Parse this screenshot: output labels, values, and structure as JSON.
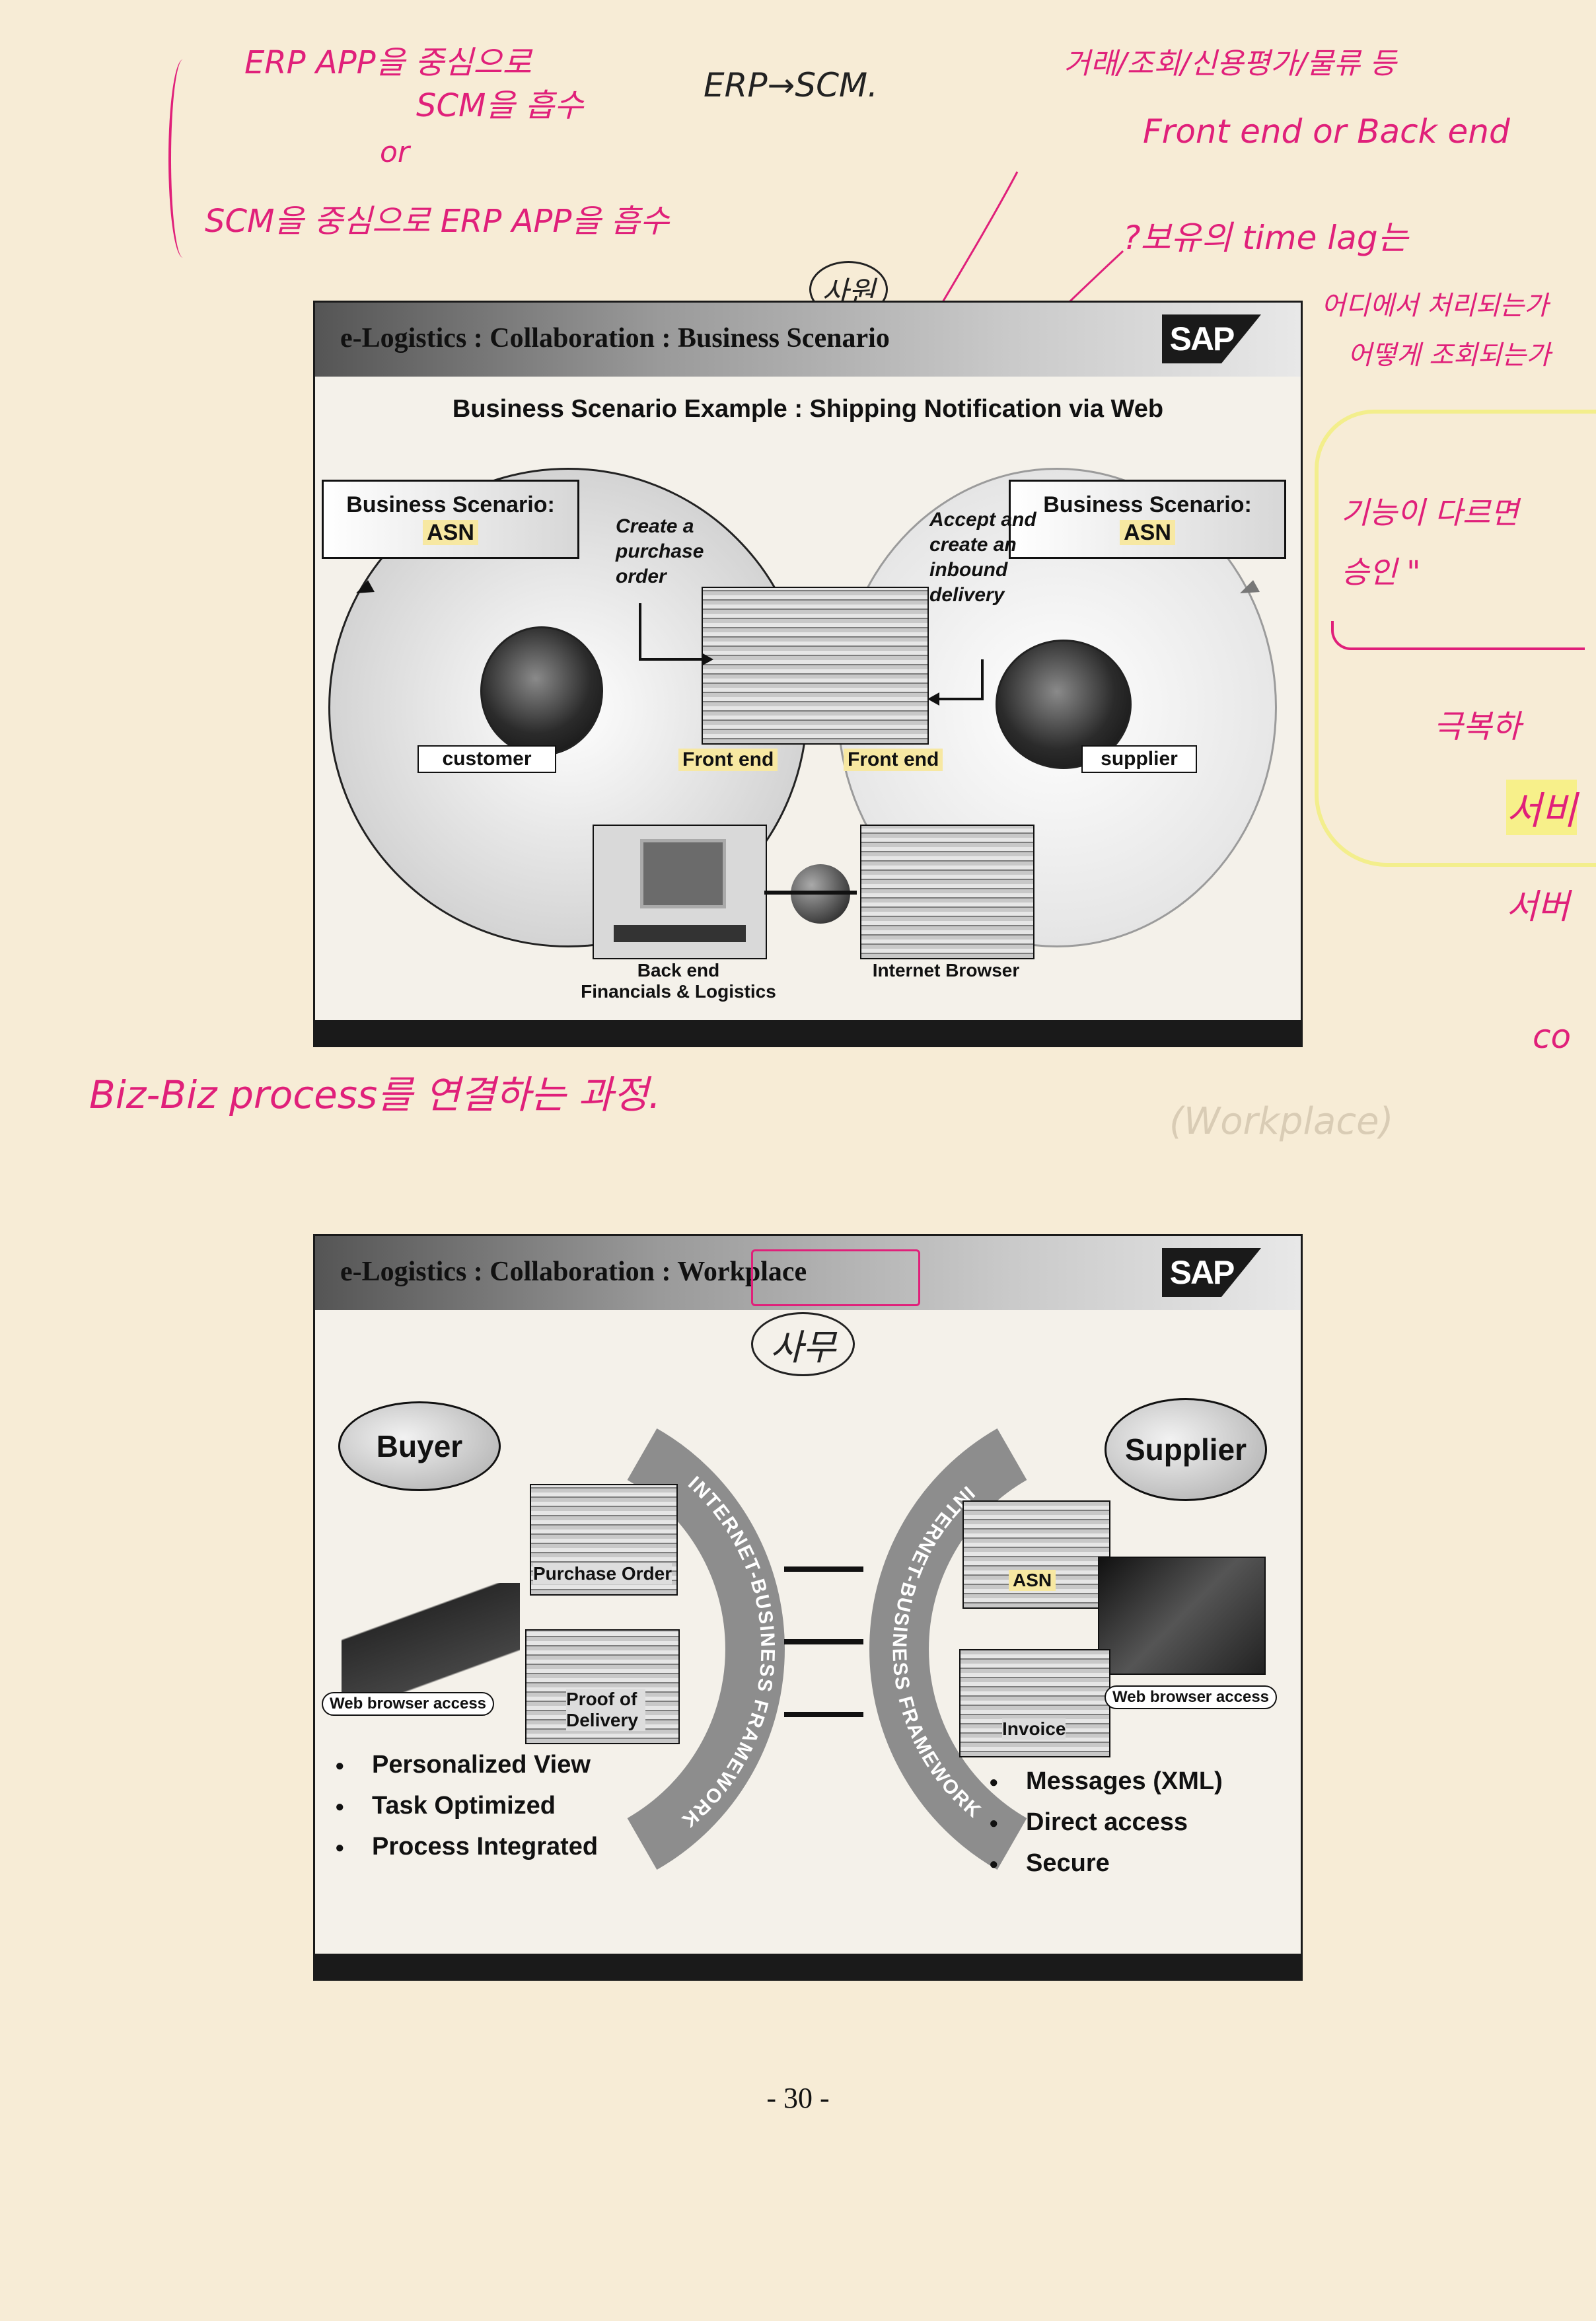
{
  "slide1": {
    "title": "e-Logistics : Collaboration : Business Scenario",
    "sap_logo": "SAP",
    "subtitle": "Business Scenario Example : Shipping Notification via Web",
    "left_box": {
      "line1": "Business Scenario:",
      "line2": "ASN"
    },
    "right_box": {
      "line1": "Business Scenario:",
      "line2": "ASN"
    },
    "create_po": "Create a purchase order",
    "accept_delivery": "Accept and create an inbound delivery",
    "customer": "customer",
    "supplier": "supplier",
    "front_end_left": "Front end",
    "front_end_right": "Front end",
    "back_end_line1": "Back end",
    "back_end_line2": "Financials & Logistics",
    "internet_browser": "Internet Browser"
  },
  "slide2": {
    "title": "e-Logistics : Collaboration : Workplace",
    "sap_logo": "SAP",
    "buyer": "Buyer",
    "supplier": "Supplier",
    "arc_left": "INTERNET-BUSINESS FRAMEWORK",
    "arc_right": "INTERNET-BUSINESS FRAMEWORK",
    "purchase_order": "Purchase Order",
    "proof_of_delivery": "Proof of Delivery",
    "asn": "ASN",
    "invoice": "Invoice",
    "web_access_left": "Web browser access",
    "web_access_right": "Web browser access",
    "left_bullets": [
      "Personalized View",
      "Task Optimized",
      "Process Integrated"
    ],
    "right_bullets": [
      "Messages (XML)",
      "Direct access",
      "Secure"
    ]
  },
  "page_number": "- 30 -",
  "annotations": {
    "top_left_1": "ERP APP을 중심으로",
    "top_left_2": "SCM을 흡수",
    "top_left_or": "or",
    "top_left_3": "SCM을 중심으로 ERP APP을 흡수",
    "erp_scm": "ERP→SCM.",
    "top_right_1": "거래/조회/신용평가/물류 등",
    "top_right_2": "Front end or Back end",
    "time_lag_1": "?보유의 time lag는",
    "time_lag_2": "어디에서 처리되는가",
    "time_lag_3": "어떻게 조회되는가",
    "sawon": "사원",
    "right_mid_1": "기능이 다르면",
    "right_mid_2": "승인 \"",
    "right_low_1": "극복하",
    "right_low_2": "서비",
    "right_low_3": "서버",
    "right_low_4": "co",
    "biz_process": "Biz-Biz process를 연결하는 과정.",
    "samu": "사무",
    "faint": "(Workplace)"
  },
  "colors": {
    "ink": "#e0207a",
    "highlight": "#f7e8a2",
    "paper": "#f7ecd6"
  }
}
